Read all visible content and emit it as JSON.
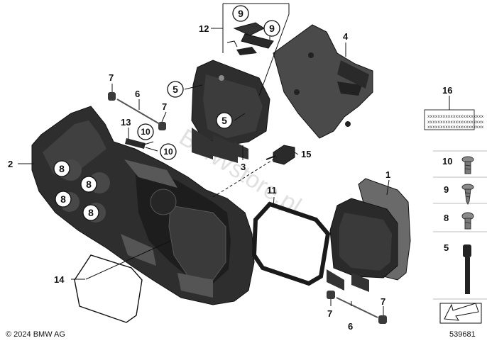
{
  "callouts": {
    "c1": "1",
    "c2": "2",
    "c3": "3",
    "c4": "4",
    "c5a": "5",
    "c5b": "5",
    "c6a": "6",
    "c6b": "6",
    "c7a": "7",
    "c7b": "7",
    "c7c": "7",
    "c7d": "7",
    "c8a": "8",
    "c8b": "8",
    "c8c": "8",
    "c8d": "8",
    "c9a": "9",
    "c9b": "9",
    "c10a": "10",
    "c10b": "10",
    "c11": "11",
    "c12": "12",
    "c13": "13",
    "c14": "14",
    "c15": "15",
    "c16": "16"
  },
  "legend": {
    "items": [
      {
        "num": "10",
        "icon": "screw-washer-icon"
      },
      {
        "num": "9",
        "icon": "tapping-screw-icon"
      },
      {
        "num": "8",
        "icon": "button-screw-icon"
      },
      {
        "num": "5",
        "icon": "bolt-icon"
      }
    ],
    "nav_icon": "arrow-icon"
  },
  "label16_text": "xxxxxxxxxxxxxxxxxxxxxx",
  "watermark": "BMWstore.pl",
  "footer": {
    "copyright": "© 2024 BMW AG",
    "diagram_number": "539681"
  },
  "colors": {
    "part_dark": "#2b2b2b",
    "part_mid": "#4a4a4a",
    "part_light": "#6a6a6a",
    "line": "#111111"
  }
}
